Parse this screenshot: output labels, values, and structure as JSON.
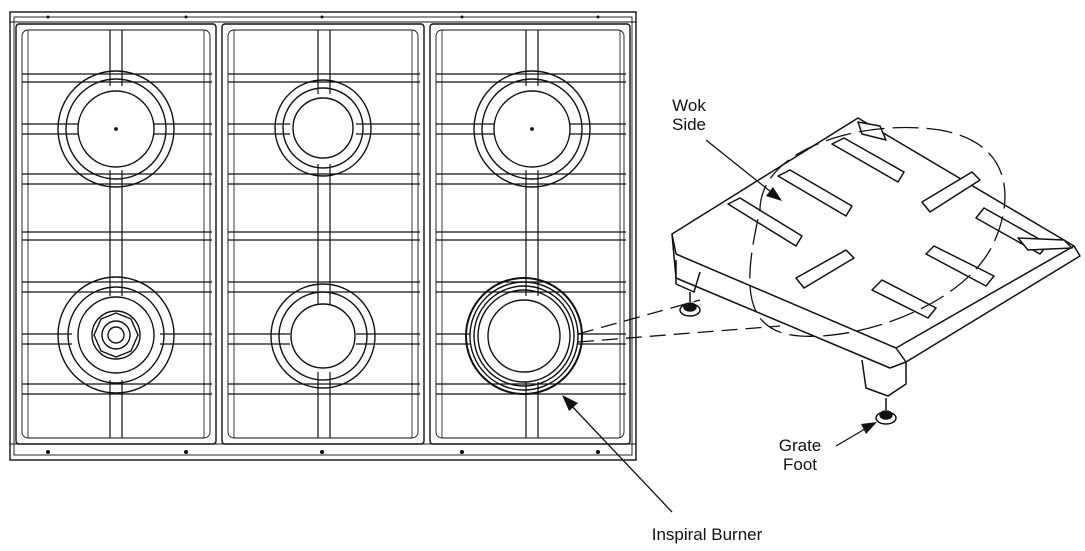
{
  "labels": {
    "wok_side": {
      "line1": "Wok",
      "line2": "Side"
    },
    "grate_foot": {
      "line1": "Grate",
      "line2": "Foot"
    },
    "inspiral_burner": "Inspiral Burner"
  },
  "cooktop": {
    "grate_count": 3,
    "burner_count": 6
  }
}
